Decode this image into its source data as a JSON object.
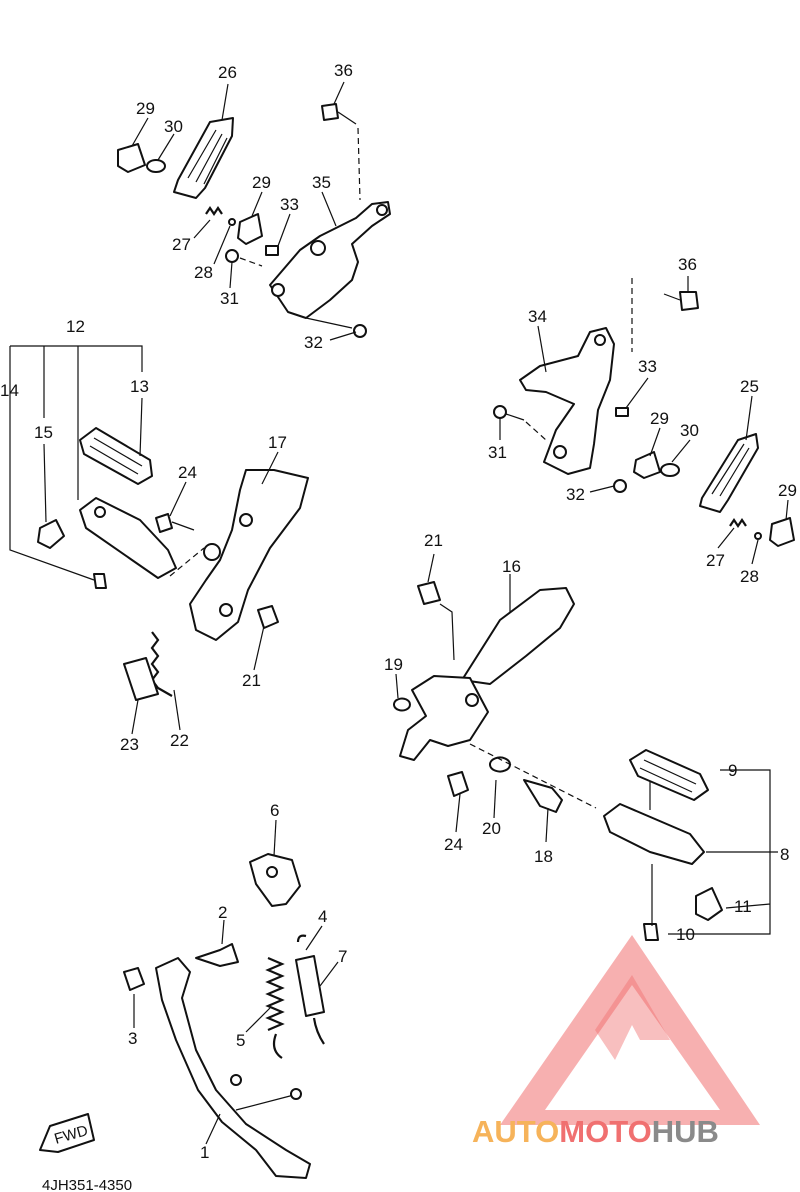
{
  "diagram_code": "4JH351-4350",
  "fwd_label": "FWD",
  "watermark": {
    "part1": "AUTO",
    "part2": "MOTO",
    "part3": "HUB",
    "colors": {
      "auto": "#f6b35a",
      "moto": "#f07070",
      "hub": "#8a8a8a",
      "triangle": "#f07070"
    }
  },
  "callouts": [
    {
      "id": "c26",
      "text": "26"
    },
    {
      "id": "c36a",
      "text": "36"
    },
    {
      "id": "c29a",
      "text": "29"
    },
    {
      "id": "c30a",
      "text": "30"
    },
    {
      "id": "c29b",
      "text": "29"
    },
    {
      "id": "c33a",
      "text": "33"
    },
    {
      "id": "c35",
      "text": "35"
    },
    {
      "id": "c27a",
      "text": "27"
    },
    {
      "id": "c28a",
      "text": "28"
    },
    {
      "id": "c31a",
      "text": "31"
    },
    {
      "id": "c32a",
      "text": "32"
    },
    {
      "id": "c36b",
      "text": "36"
    },
    {
      "id": "c34",
      "text": "34"
    },
    {
      "id": "c33b",
      "text": "33"
    },
    {
      "id": "c25",
      "text": "25"
    },
    {
      "id": "c29c",
      "text": "29"
    },
    {
      "id": "c30b",
      "text": "30"
    },
    {
      "id": "c31b",
      "text": "31"
    },
    {
      "id": "c32b",
      "text": "32"
    },
    {
      "id": "c29d",
      "text": "29"
    },
    {
      "id": "c27b",
      "text": "27"
    },
    {
      "id": "c28b",
      "text": "28"
    },
    {
      "id": "c12",
      "text": "12"
    },
    {
      "id": "c14",
      "text": "14"
    },
    {
      "id": "c13",
      "text": "13"
    },
    {
      "id": "c15",
      "text": "15"
    },
    {
      "id": "c17",
      "text": "17"
    },
    {
      "id": "c24a",
      "text": "24"
    },
    {
      "id": "c21a",
      "text": "21"
    },
    {
      "id": "c23",
      "text": "23"
    },
    {
      "id": "c22",
      "text": "22"
    },
    {
      "id": "c21b",
      "text": "21"
    },
    {
      "id": "c16",
      "text": "16"
    },
    {
      "id": "c19",
      "text": "19"
    },
    {
      "id": "c9",
      "text": "9"
    },
    {
      "id": "c8",
      "text": "8"
    },
    {
      "id": "c24b",
      "text": "24"
    },
    {
      "id": "c20",
      "text": "20"
    },
    {
      "id": "c18",
      "text": "18"
    },
    {
      "id": "c11",
      "text": "11"
    },
    {
      "id": "c10",
      "text": "10"
    },
    {
      "id": "c6",
      "text": "6"
    },
    {
      "id": "c2",
      "text": "2"
    },
    {
      "id": "c4",
      "text": "4"
    },
    {
      "id": "c7",
      "text": "7"
    },
    {
      "id": "c3",
      "text": "3"
    },
    {
      "id": "c5",
      "text": "5"
    },
    {
      "id": "c1",
      "text": "1"
    }
  ]
}
